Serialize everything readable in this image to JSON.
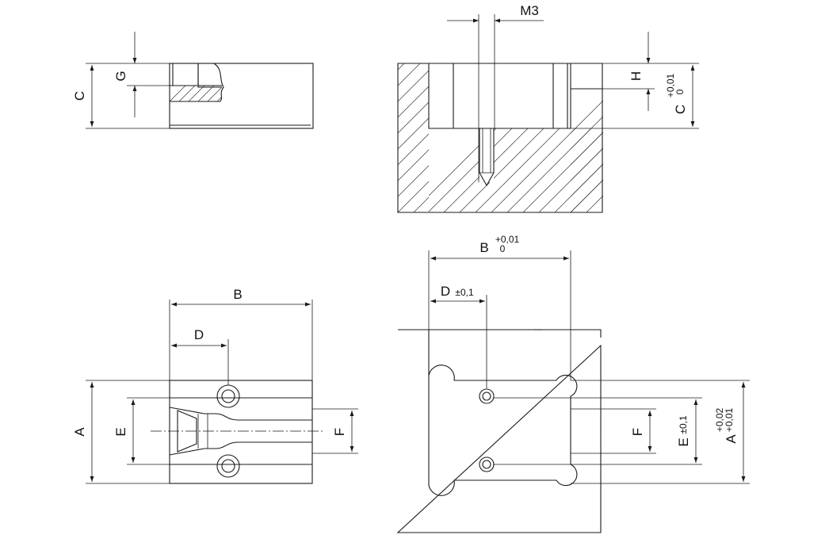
{
  "colors": {
    "line": "#1a1a1a",
    "background": "#ffffff"
  },
  "labels": {
    "c_top_left": "C",
    "g_top_left": "G",
    "m3": "M3",
    "h": "H",
    "c_top_right": "C",
    "c_top_right_tol_upper": "+0,01",
    "c_top_right_tol_lower": "0",
    "b_bottom_left": "B",
    "d_bottom_left": "D",
    "a_bottom_left": "A",
    "e_bottom_left": "E",
    "f_bottom_left": "F",
    "b_bottom_right": "B",
    "b_bottom_right_tol_upper": "+0,01",
    "b_bottom_right_tol_lower": "0",
    "d_bottom_right": "D",
    "d_bottom_right_tol": "±0,1",
    "f_bottom_right": "F",
    "e_bottom_right": "E",
    "e_bottom_right_tol": "±0,1",
    "a_bottom_right": "A",
    "a_bottom_right_tol_upper": "+0,02",
    "a_bottom_right_tol_lower": "+0,01"
  }
}
